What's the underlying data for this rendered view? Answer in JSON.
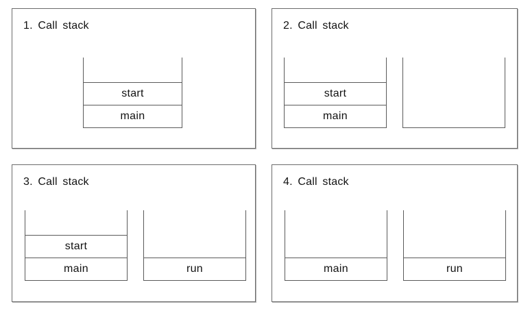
{
  "colors": {
    "background": "#ffffff",
    "panel_border": "#6b6b6b",
    "stack_line": "#5a5a5a",
    "text": "#111111"
  },
  "panels": [
    {
      "title": "1. Call stack",
      "stacks": [
        {
          "frames": [
            "start",
            "main"
          ]
        }
      ]
    },
    {
      "title": "2. Call stack",
      "stacks": [
        {
          "frames": [
            "start",
            "main"
          ]
        },
        {
          "frames": []
        }
      ]
    },
    {
      "title": "3. Call stack",
      "stacks": [
        {
          "frames": [
            "start",
            "main"
          ]
        },
        {
          "frames": [
            "run"
          ]
        }
      ]
    },
    {
      "title": "4. Call stack",
      "stacks": [
        {
          "frames": [
            "main"
          ]
        },
        {
          "frames": [
            "run"
          ]
        }
      ]
    }
  ]
}
